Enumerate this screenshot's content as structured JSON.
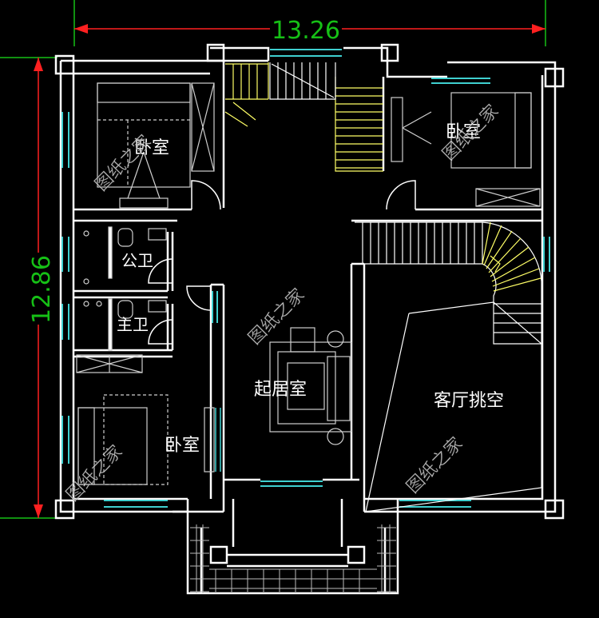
{
  "dimensions": {
    "width_label": "13.26",
    "height_label": "12.86"
  },
  "rooms": {
    "bedroom_top_left": "卧室",
    "bedroom_top_right": "卧室",
    "public_bath": "公卫",
    "master_bath": "主卫",
    "living_room": "起居室",
    "double_height_void": "客厅挑空",
    "bedroom_bottom_left": "卧室"
  },
  "watermark": "图纸之家",
  "colors": {
    "background": "#000000",
    "wall": "#ffffff",
    "window": "#3fd0d0",
    "stair": "#ffff66",
    "dimension": "#ff2020",
    "extension_line": "#16c016",
    "furniture": "#cfcfcf"
  }
}
